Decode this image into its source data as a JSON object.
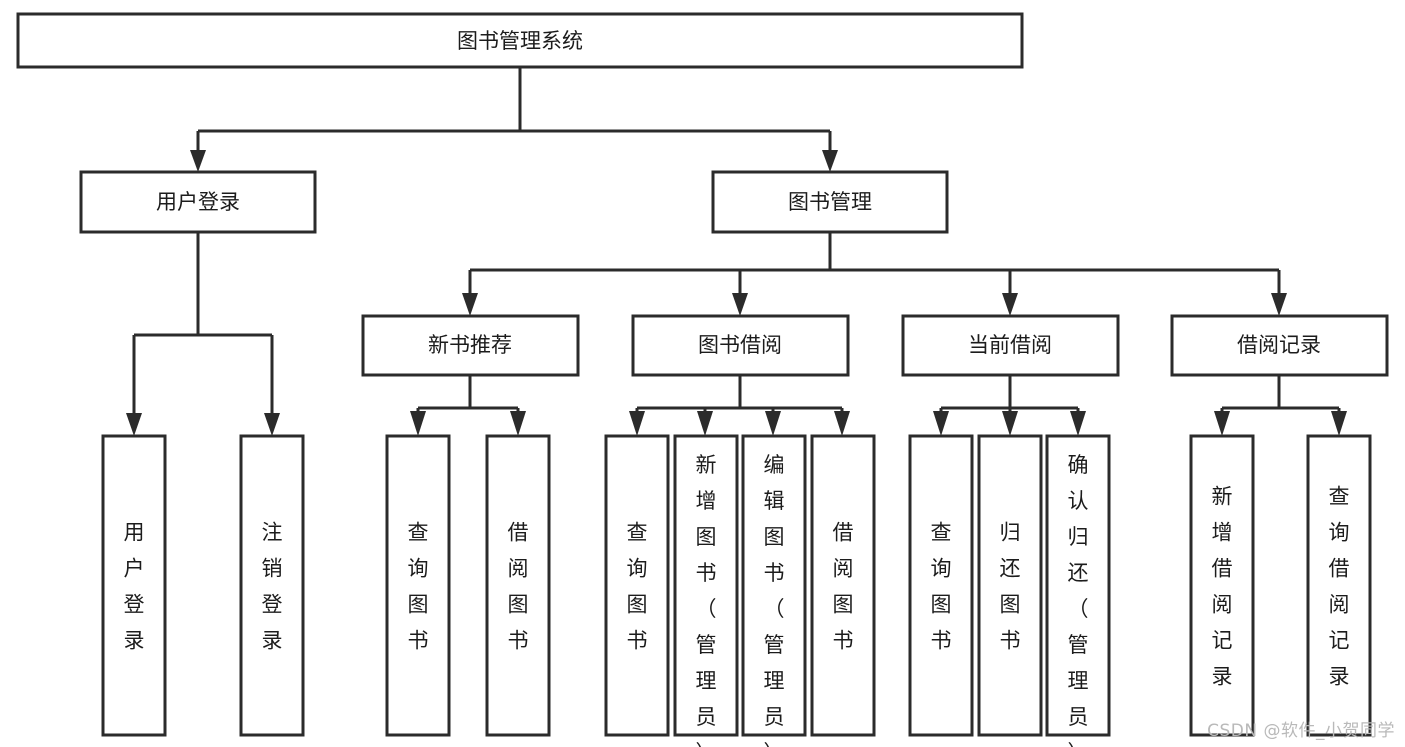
{
  "diagram": {
    "title": "图书管理系统",
    "type": "tree-hierarchy-diagram",
    "colors": {
      "stroke": "#2b2b2b",
      "fill": "#ffffff",
      "text": "#1c1c1c",
      "watermark": "#b9b9b9"
    },
    "watermark": "CSDN @软件_小贺同学",
    "nodes": {
      "root": {
        "label": "图书管理系统"
      },
      "level1": [
        {
          "label": "用户登录"
        },
        {
          "label": "图书管理"
        }
      ],
      "level2": [
        {
          "label": "新书推荐"
        },
        {
          "label": "图书借阅"
        },
        {
          "label": "当前借阅"
        },
        {
          "label": "借阅记录"
        }
      ],
      "leaves_user_login": [
        {
          "label": "用户登录"
        },
        {
          "label": "注销登录"
        }
      ],
      "leaves_new_book": [
        {
          "label": "查询图书"
        },
        {
          "label": "借阅图书"
        }
      ],
      "leaves_borrow": [
        {
          "label": "查询图书"
        },
        {
          "label": "新增图书（管理员）"
        },
        {
          "label": "编辑图书（管理员）"
        },
        {
          "label": "借阅图书"
        }
      ],
      "leaves_current": [
        {
          "label": "查询图书"
        },
        {
          "label": "归还图书"
        },
        {
          "label": "确认归还（管理员）"
        }
      ],
      "leaves_record": [
        {
          "label": "新增借阅记录"
        },
        {
          "label": "查询借阅记录"
        }
      ]
    }
  }
}
